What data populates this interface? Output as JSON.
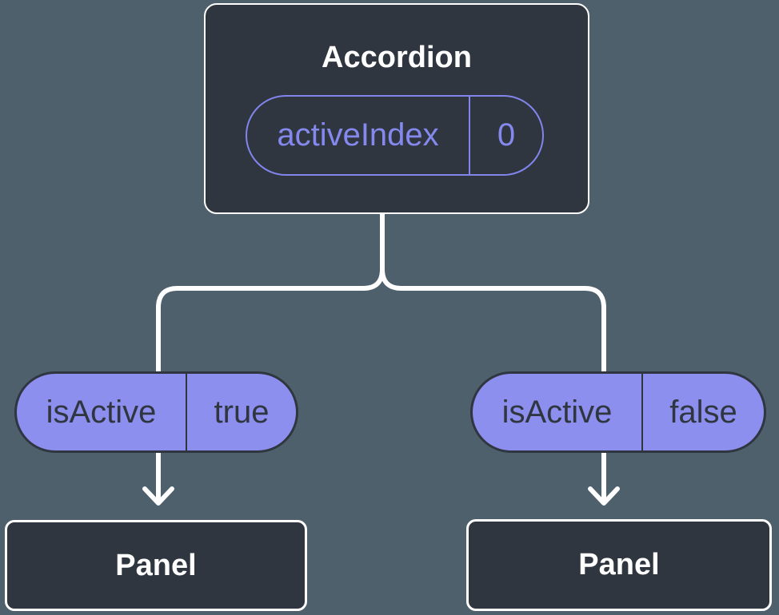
{
  "colors": {
    "background": "#4d606b",
    "node_fill": "#2f3640",
    "node_border": "#ffffff",
    "connector": "#ffffff",
    "pill_fill": "#8c8fee",
    "pill_outline": "#8185ec",
    "text_light": "#ffffff",
    "text_dark": "#2f3640"
  },
  "root_node": {
    "title": "Accordion",
    "prop": {
      "name": "activeIndex",
      "value": "0"
    }
  },
  "branches": {
    "left": {
      "prop": {
        "name": "isActive",
        "value": "true"
      },
      "child": {
        "title": "Panel"
      }
    },
    "right": {
      "prop": {
        "name": "isActive",
        "value": "false"
      },
      "child": {
        "title": "Panel"
      }
    }
  }
}
